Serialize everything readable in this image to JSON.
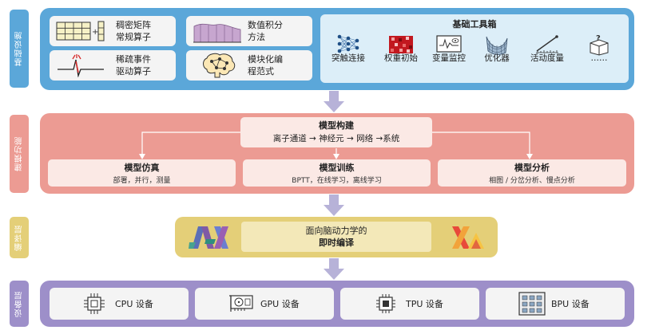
{
  "side_labels": {
    "foundation": "基础设施",
    "modeling": "建模功能",
    "compile": "编译层",
    "device": "设备层"
  },
  "foundation": {
    "dense_ops": {
      "line1": "稠密矩阵",
      "line2": "常规算子"
    },
    "sparse_ops": {
      "line1": "稀疏事件",
      "line2": "驱动算子"
    },
    "integration": {
      "line1": "数值积分",
      "line2": "方法"
    },
    "modular": {
      "line1": "模块化编",
      "line2": "程范式"
    },
    "toolbox": {
      "title": "基础工具箱",
      "items": [
        {
          "label": "突触连接",
          "icon": "synapse-network-icon"
        },
        {
          "label": "权重初始",
          "icon": "weight-heatmap-icon"
        },
        {
          "label": "变量监控",
          "icon": "monitor-screen-icon"
        },
        {
          "label": "优化器",
          "icon": "loss-surface-icon"
        },
        {
          "label": "活动度量",
          "icon": "ruler-icon"
        },
        {
          "label": "……",
          "icon": "box-question-icon"
        }
      ]
    }
  },
  "modeling": {
    "build": {
      "title": "模型构建",
      "flow": "离子通道 → 神经元 → 网络 →系统"
    },
    "sim": {
      "title": "模型仿真",
      "sub": "部署，并行，测量"
    },
    "train": {
      "title": "模型训练",
      "sub": "BPTT，在线学习，离线学习"
    },
    "analysis": {
      "title": "模型分析",
      "sub": "相图 / 分岔分析、慢点分析"
    }
  },
  "compile": {
    "line1": "面向脑动力学的",
    "line2": "即时编译",
    "left_logo": "JAX",
    "right_logo": "XLA"
  },
  "devices": [
    {
      "label": "CPU 设备",
      "icon": "cpu-icon"
    },
    {
      "label": "GPU 设备",
      "icon": "gpu-icon"
    },
    {
      "label": "TPU 设备",
      "icon": "tpu-chip-icon"
    },
    {
      "label": "BPU 设备",
      "icon": "bpu-board-icon"
    }
  ],
  "colors": {
    "foundation": "#5ba7d9",
    "foundation_inner": "#dceef8",
    "modeling": "#ec9b93",
    "compile": "#e4cf78",
    "device": "#9d8fc9",
    "arrow": "#b7b2d8"
  }
}
